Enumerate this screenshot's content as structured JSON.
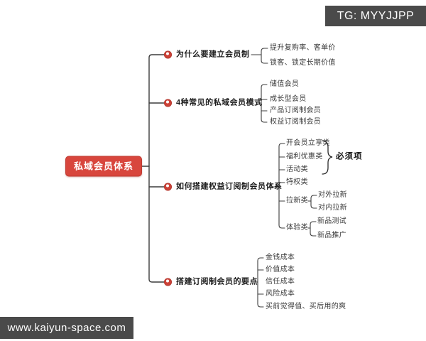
{
  "watermarks": {
    "top_right": "TG: MYYJJPP",
    "bottom_left": "www.kaiyun-space.com"
  },
  "colors": {
    "root_bg": "#d8463d",
    "root_text": "#ffffff",
    "branch_icon": "#cd4238",
    "line": "#3c3c3c",
    "watermark_bg": "#4a4a4a",
    "watermark_text": "#ffffff"
  },
  "mindmap": {
    "root": "私域会员体系",
    "required_note": "必须项",
    "branches": [
      {
        "label": "为什么要建立会员制",
        "children": [
          {
            "label": "提升复购率、客单价"
          },
          {
            "label": "锁客、锁定长期价值"
          }
        ]
      },
      {
        "label": "4种常见的私域会员模式",
        "children": [
          {
            "label": "储值会员"
          },
          {
            "label": "成长型会员"
          },
          {
            "label": "产品订阅制会员"
          },
          {
            "label": "权益订阅制会员"
          }
        ]
      },
      {
        "label": "如何搭建权益订阅制会员体系",
        "children": [
          {
            "label": "开会员立享类"
          },
          {
            "label": "福利优惠类"
          },
          {
            "label": "活动类"
          },
          {
            "label": "特权类"
          },
          {
            "label": "拉新类",
            "children": [
              {
                "label": "对外拉新"
              },
              {
                "label": "对内拉新"
              }
            ]
          },
          {
            "label": "体验类",
            "children": [
              {
                "label": "新品测试"
              },
              {
                "label": "新品推广"
              }
            ]
          }
        ]
      },
      {
        "label": "搭建订阅制会员的要点",
        "children": [
          {
            "label": "金钱成本"
          },
          {
            "label": "价值成本"
          },
          {
            "label": "信任成本"
          },
          {
            "label": "风险成本"
          },
          {
            "label": "买前觉得值、买后用的爽"
          }
        ]
      }
    ]
  }
}
